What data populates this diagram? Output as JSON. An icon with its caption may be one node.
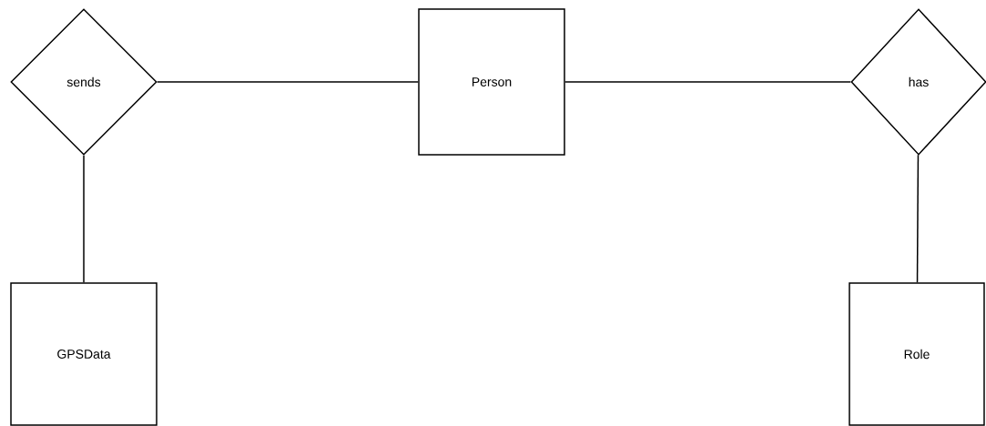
{
  "diagram": {
    "nodes": [
      {
        "text": [
          "sends"
        ]
      },
      {
        "text": [
          "Person"
        ]
      },
      {
        "text": [
          "has"
        ]
      },
      {
        "text": [
          "GPSData"
        ]
      },
      {
        "text": [
          "Role"
        ]
      }
    ],
    "edges": [
      {
        "from": 0,
        "to": 1,
        "arrow": "none"
      },
      {
        "from": 1,
        "to": 2,
        "arrow": "none"
      },
      {
        "from": 0,
        "to": 3,
        "arrow": "none"
      },
      {
        "from": 2,
        "to": 4,
        "arrow": "none"
      }
    ]
  }
}
